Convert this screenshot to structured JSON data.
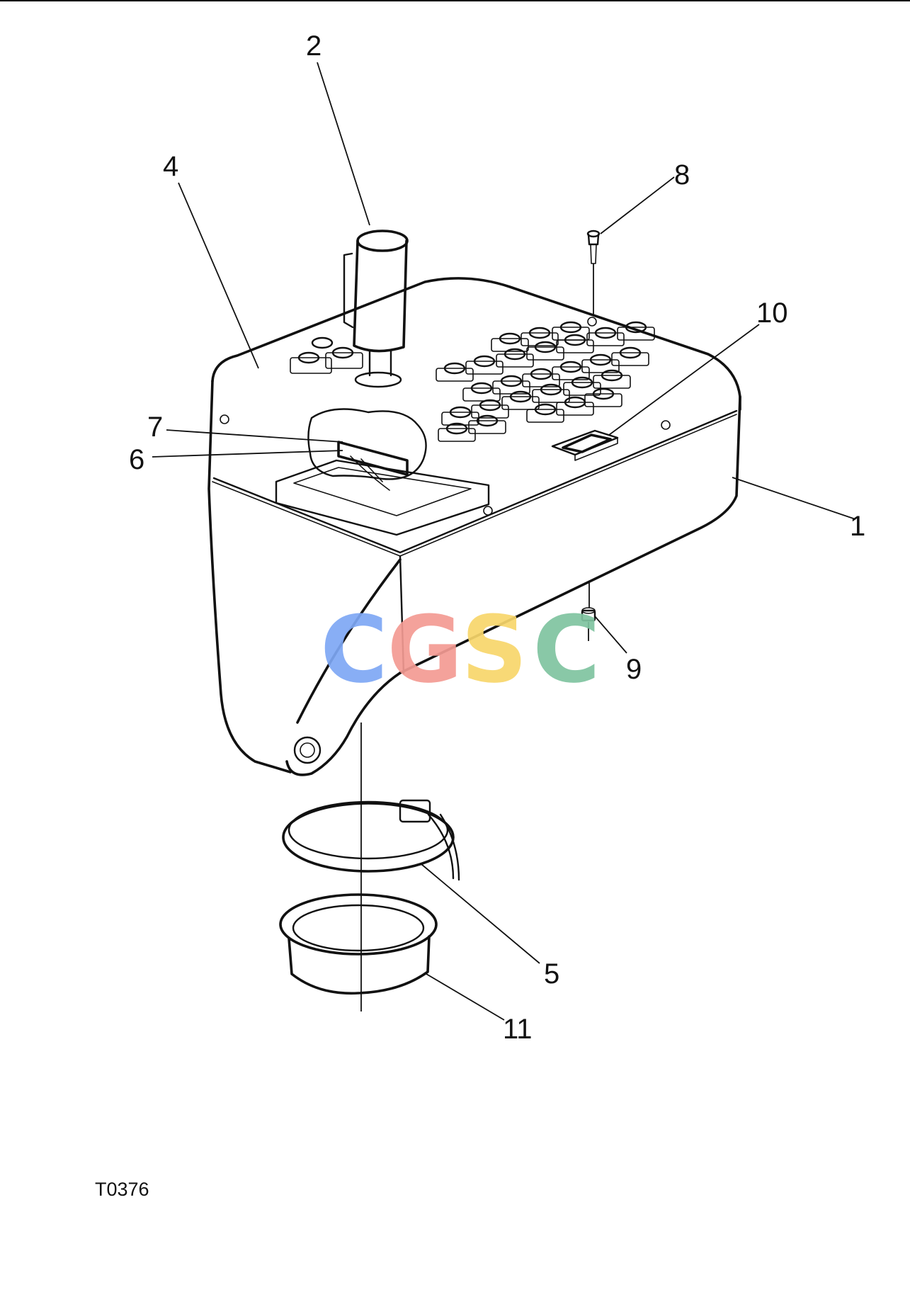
{
  "callouts": [
    {
      "id": "1",
      "text": "1"
    },
    {
      "id": "2",
      "text": "2"
    },
    {
      "id": "4",
      "text": "4"
    },
    {
      "id": "5",
      "text": "5"
    },
    {
      "id": "6",
      "text": "6"
    },
    {
      "id": "7",
      "text": "7"
    },
    {
      "id": "8",
      "text": "8"
    },
    {
      "id": "9",
      "text": "9"
    },
    {
      "id": "10",
      "text": "10"
    },
    {
      "id": "11",
      "text": "11"
    }
  ],
  "figure_ref": "T0376",
  "watermark": {
    "letters": [
      "C",
      "G",
      "S",
      "C"
    ],
    "colors": [
      "#7ea7f4",
      "#f39a92",
      "#f7d66a",
      "#7fc3a0"
    ]
  }
}
